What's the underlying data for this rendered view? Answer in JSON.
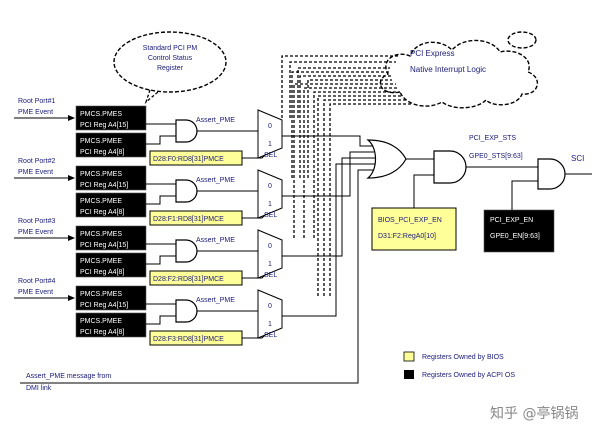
{
  "callout": {
    "line1": "Standard PCI PM",
    "line2": "Control Status",
    "line3": "Register"
  },
  "cloud": {
    "line1": "PCI Express",
    "line2": "Native Interrupt Logic"
  },
  "ports": [
    {
      "label1": "Root Port#1",
      "label2": "PME Event",
      "pme_reg1": "PMCS.PMES",
      "pme_reg2": "PCI Reg A4[15]",
      "pmee_reg1": "PMCS.PMEE",
      "pmee_reg2": "PCI Reg A4[8]",
      "assert": "Assert_PME",
      "mux0": "0",
      "mux1": "1",
      "sel": "SEL",
      "pmce": "D28:F0:RD8[31]PMCE"
    },
    {
      "label1": "Root Port#2",
      "label2": "PME Event",
      "pme_reg1": "PMCS.PMES",
      "pme_reg2": "PCI Reg A4[15]",
      "pmee_reg1": "PMCS.PMEE",
      "pmee_reg2": "PCI Reg A4[8]",
      "assert": "Assert_PME",
      "mux0": "0",
      "mux1": "1",
      "sel": "SEL",
      "pmce": "D28:F1:RD8[31]PMCE"
    },
    {
      "label1": "Root Port#3",
      "label2": "PME Event",
      "pme_reg1": "PMCS.PMES",
      "pme_reg2": "PCI Reg A4[15]",
      "pmee_reg1": "PMCS.PMEE",
      "pmee_reg2": "PCI Reg A4[8]",
      "assert": "Assert_PME",
      "mux0": "0",
      "mux1": "1",
      "sel": "SEL",
      "pmce": "D28:F2:RD8[31]PMCE"
    },
    {
      "label1": "Root Port#4",
      "label2": "PME Event",
      "pme_reg1": "PMCS.PMES",
      "pme_reg2": "PCI Reg A4[15]",
      "pmee_reg1": "PMCS.PMEE",
      "pmee_reg2": "PCI Reg A4[8]",
      "assert": "Assert_PME",
      "mux0": "0",
      "mux1": "1",
      "sel": "SEL",
      "pmce": "D28:F3:RD8[31]PMCE"
    }
  ],
  "pci_exp_sts": {
    "line1": "PCI_EXP_STS",
    "line2": "GPE0_STS[9:63]"
  },
  "sci": "SCI",
  "bios_box": {
    "line1": "BIOS_PCI_EXP_EN",
    "line2": "D31:F2:RegA0[10]"
  },
  "en_box": {
    "line1": "PCI_EXP_EN",
    "line2": "GPE0_EN[9:63]"
  },
  "dmi": {
    "line1": "Assert_PME message from",
    "line2": "DMI link"
  },
  "legend": {
    "bios": "Registers Owned by BIOS",
    "acpi": "Registers Owned by ACPI OS"
  },
  "colors": {
    "bios": "#ffff99",
    "acpi": "#000000"
  },
  "watermark": "知乎 @亭锅锅"
}
